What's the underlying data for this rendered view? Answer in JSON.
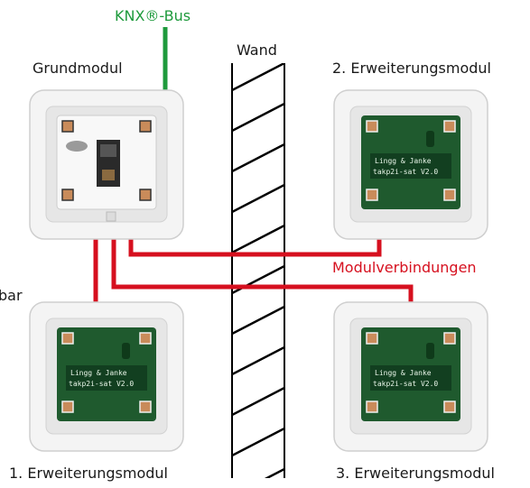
{
  "labels": {
    "bus": "KNX®-Bus",
    "wall": "Wand",
    "base_module": "Grundmodul",
    "ext1": "1. Erweiterungsmodul",
    "ext2": "2. Erweiterungsmodul",
    "ext3": "3. Erweiterungsmodul",
    "connections": "Modulverbindungen",
    "cut_fragment": "bar"
  },
  "display_text": {
    "line1": "Lingg & Janke",
    "line2": "takp2i-sat  V2.0"
  },
  "colors": {
    "bus_line": "#1e9a3c",
    "module_connection": "#d6101f",
    "frame": "#f2f2f2",
    "pcb": "#1f5a2e",
    "button": "#c98b5a"
  }
}
